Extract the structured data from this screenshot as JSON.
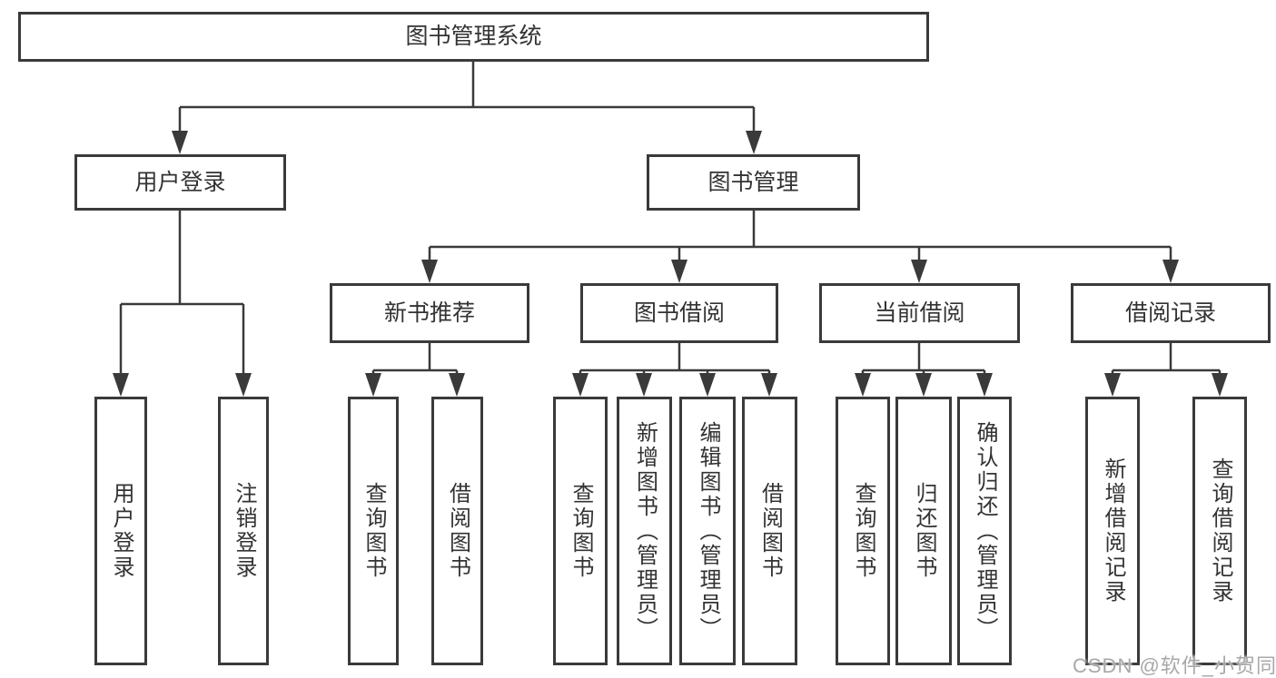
{
  "root": {
    "label": "图书管理系统"
  },
  "level2": [
    {
      "label": "用户登录",
      "children": [
        {
          "label": "用户登录"
        },
        {
          "label": "注销登录"
        }
      ]
    },
    {
      "label": "图书管理"
    }
  ],
  "level3": [
    {
      "label": "新书推荐",
      "children": [
        {
          "label": "查询图书"
        },
        {
          "label": "借阅图书"
        }
      ]
    },
    {
      "label": "图书借阅",
      "children": [
        {
          "label": "查询图书"
        },
        {
          "label": "新增图书（管理员）"
        },
        {
          "label": "编辑图书（管理员）"
        },
        {
          "label": "借阅图书"
        }
      ]
    },
    {
      "label": "当前借阅",
      "children": [
        {
          "label": "查询图书"
        },
        {
          "label": "归还图书"
        },
        {
          "label": "确认归还（管理员）"
        }
      ]
    },
    {
      "label": "借阅记录",
      "children": [
        {
          "label": "新增借阅记录"
        },
        {
          "label": "查询借阅记录"
        }
      ]
    }
  ],
  "watermark": {
    "text": "CSDN @软件_小贺同学"
  },
  "colors": {
    "line": "#3a3a3a",
    "box_border": "#3a3a3a",
    "text": "#333333",
    "watermark": "#a8a8a8",
    "background": "#ffffff"
  }
}
